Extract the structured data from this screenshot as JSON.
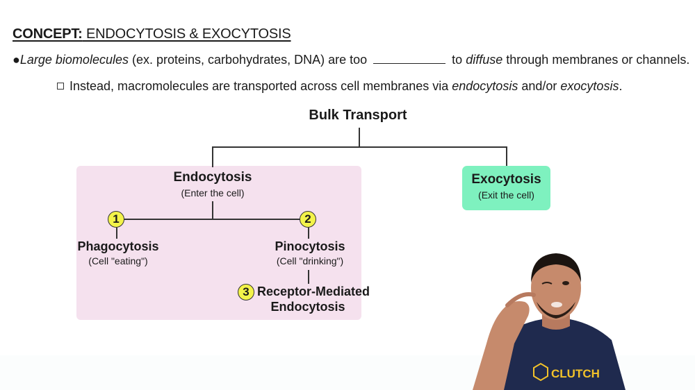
{
  "header": {
    "concept_label": "CONCEPT:",
    "concept_title": "ENDOCYTOSIS & EXOCYTOSIS"
  },
  "bullets": [
    {
      "marker": "●",
      "italic_lead": "Large biomolecules",
      "text_a": "(ex. proteins, carbohydrates, DNA) are too",
      "blank": "",
      "text_b": "to",
      "italic_mid": "diffuse",
      "text_c": "through membranes or channels."
    },
    {
      "text_a": "Instead, macromolecules are transported across cell membranes via",
      "italic_1": "endocytosis",
      "text_b": "and/or",
      "italic_2": "exocytosis",
      "text_c": "."
    }
  ],
  "diagram": {
    "root": "Bulk Transport",
    "endocytosis": {
      "title": "Endocytosis",
      "subtitle": "(Enter the cell)",
      "color": "#f5e1ee"
    },
    "exocytosis": {
      "title": "Exocytosis",
      "subtitle": "(Exit the cell)",
      "color": "#7ef1bf"
    },
    "types": [
      {
        "number": "1",
        "title": "Phagocytosis",
        "subtitle": "(Cell \"eating\")"
      },
      {
        "number": "2",
        "title": "Pinocytosis",
        "subtitle": "(Cell \"drinking\")"
      },
      {
        "number": "3",
        "title_line1": "Receptor-Mediated",
        "title_line2": "Endocytosis"
      }
    ],
    "badge_color": "#f3f34a"
  },
  "presenter": {
    "shirt_logo_text": "CLUTCH",
    "shirt_color": "#1f2a4e",
    "logo_color": "#f2c22a"
  }
}
